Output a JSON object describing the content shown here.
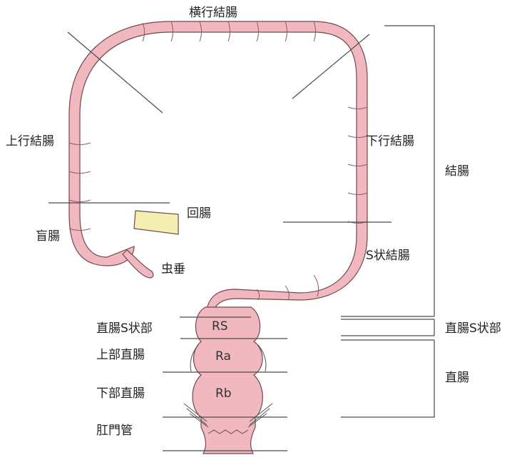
{
  "labels": {
    "transverse_colon": "横行結腸",
    "ascending_colon": "上行結腸",
    "descending_colon": "下行結腸",
    "colon": "結腸",
    "ileum": "回腸",
    "cecum": "盲腸",
    "appendix": "虫垂",
    "sigmoid_colon": "S状結腸",
    "rectosigmoid_left": "直腸S状部",
    "rectosigmoid_right": "直腸S状部",
    "upper_rectum": "上部直腸",
    "lower_rectum": "下部直腸",
    "rectum": "直腸",
    "anal_canal": "肛門管"
  },
  "segments": {
    "rs": "RS",
    "ra": "Ra",
    "rb": "Rb"
  },
  "colors": {
    "bowel_fill": "#f2b8c0",
    "bowel_stroke": "#6e4a4f",
    "ileum_fill": "#f3efb0",
    "line": "#4a4a4a"
  }
}
